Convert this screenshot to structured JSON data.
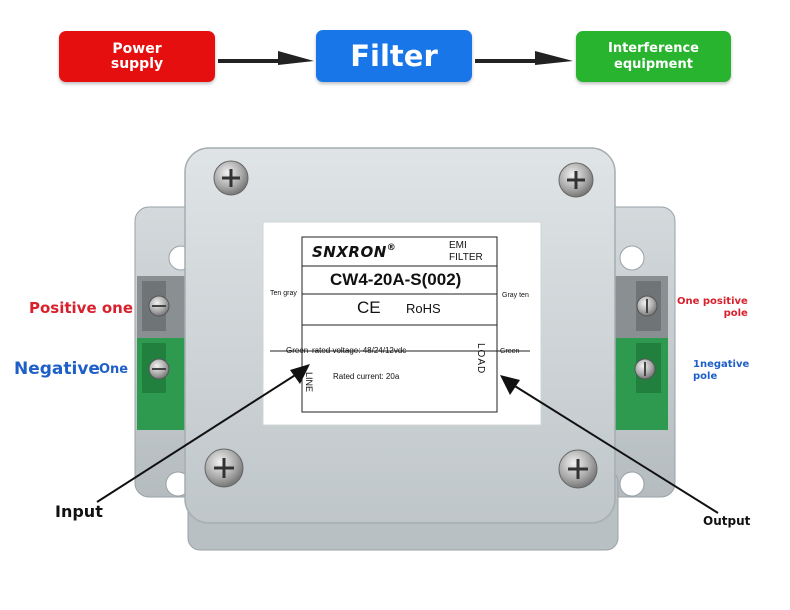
{
  "flow": {
    "power_supply": "Power\nsupply",
    "filter": "Filter",
    "interference_equipment": "Interference\nequipment"
  },
  "label": {
    "brand": "SNXRON",
    "registered": "®",
    "emi": "EMI",
    "filter_word": "FILTER",
    "model": "CW4-20A-S(002)",
    "ce": "CE",
    "rohs": "RoHS",
    "ten_gray": "Ten gray",
    "gray_ten": "Gray ten",
    "green_left": "Green",
    "green_right": "Green",
    "rated_voltage": "rated voltage: 48/24/12vdc",
    "rated_current": "Rated current: 20a",
    "line": "LINE",
    "load": "LOAD"
  },
  "annotations": {
    "positive_one": "Positive one",
    "negative": "Negative",
    "one": "One",
    "one_positive_pole": "One positive\npole",
    "negative_pole": "1negative\npole",
    "input": "Input",
    "output": "Output"
  },
  "colors": {
    "power_box": "#e50f0f",
    "filter_box": "#1976e8",
    "interference_box": "#28b42f",
    "annotation_red": "#d8212c",
    "annotation_blue": "#1f5fc8",
    "enclosure": "#cdd3d6",
    "terminal_gray": "#8a8f92",
    "terminal_green": "#2e9a4f"
  }
}
